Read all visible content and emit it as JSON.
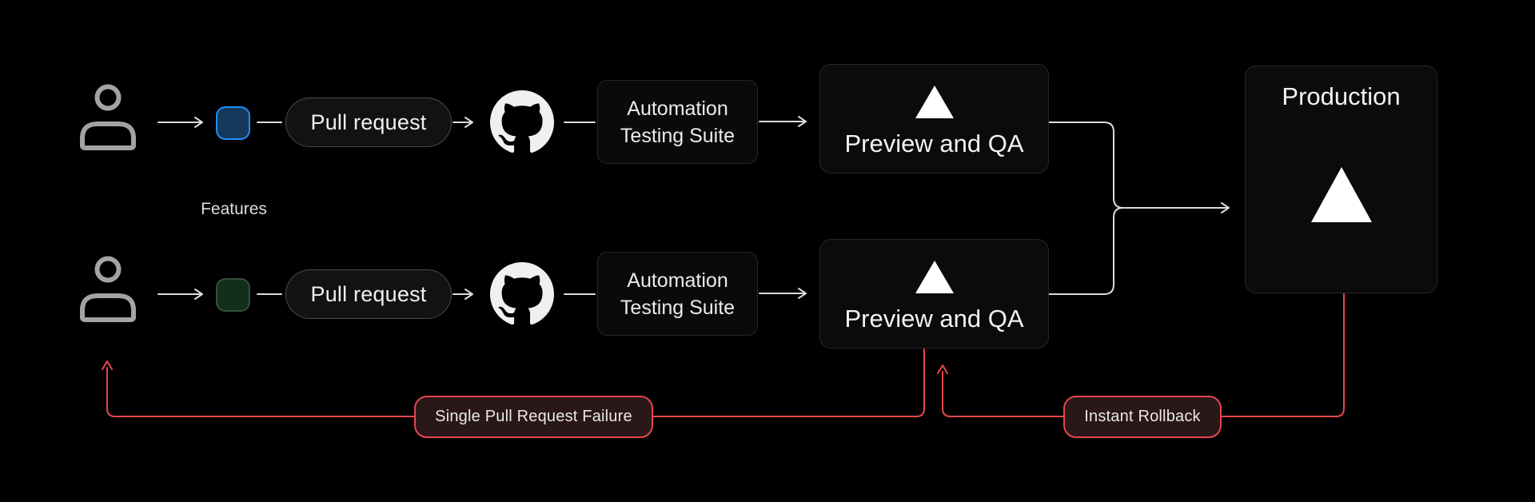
{
  "diagram": {
    "features_label": "Features",
    "rows": [
      {
        "branch": "blue-feature-branch",
        "square_fill": "#16395b",
        "square_border": "#1f8fff",
        "pull_request_label": "Pull request",
        "automation_line1": "Automation",
        "automation_line2": "Testing Suite",
        "preview_label": "Preview and QA"
      },
      {
        "branch": "green-feature-branch",
        "square_fill": "#142e1d",
        "square_border": "#33503c",
        "pull_request_label": "Pull request",
        "automation_line1": "Automation",
        "automation_line2": "Testing Suite",
        "preview_label": "Preview and QA"
      }
    ],
    "production_label": "Production",
    "annotations": {
      "single_pr_failure_label": "Single Pull Request Failure",
      "instant_rollback_label": "Instant Rollback"
    },
    "icons": {
      "person": "person-icon",
      "github": "github-icon",
      "vercel": "vercel-triangle-icon",
      "flow_arrow": "arrow-right-icon",
      "rollback_arrow": "arrow-up-icon"
    },
    "colors": {
      "background": "#000000",
      "connector_line": "#dcdcdc",
      "failure_red": "#e5484d",
      "badge_fill": "#2a1718",
      "node_fill": "#0b0b0c",
      "node_border": "#262628",
      "pill_border": "#4a4a4c",
      "person_gray": "#a3a3a3",
      "github_white": "#f0f0f0",
      "triangle_white": "#ffffff"
    }
  }
}
